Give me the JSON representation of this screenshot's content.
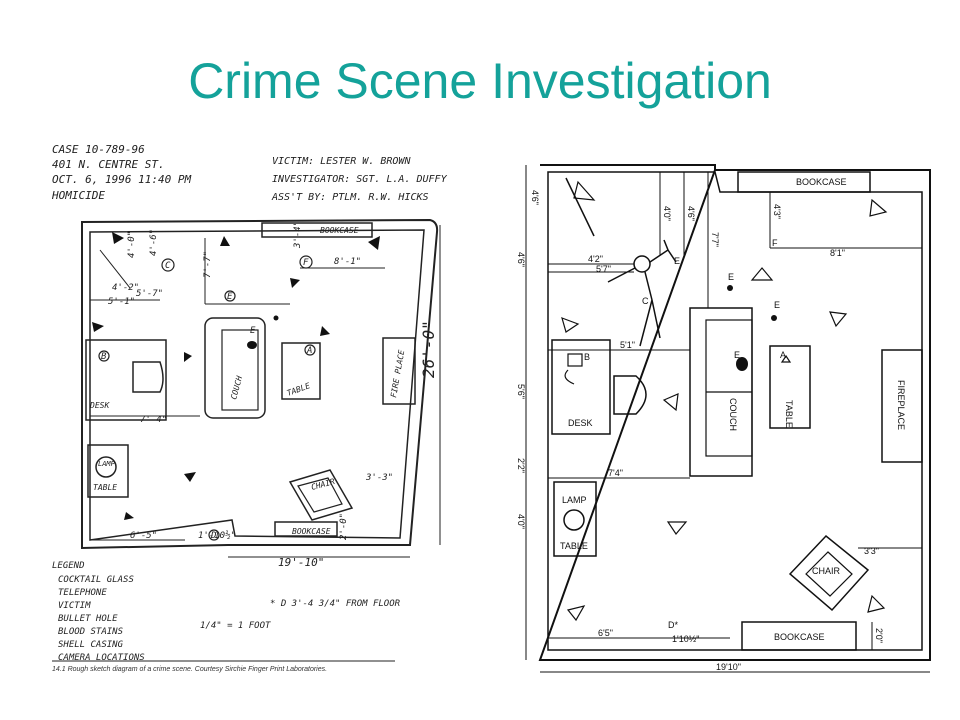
{
  "title": "Crime Scene Investigation",
  "rough_sketch": {
    "case_header": [
      "CASE 10-789-96",
      "401 N. CENTRE ST.",
      "OCT. 6, 1996  11:40 PM",
      "HOMICIDE"
    ],
    "personnel": [
      "VICTIM: LESTER W. BROWN",
      "INVESTIGATOR: SGT. L.A. DUFFY",
      "ASS'T BY: PTLM. R.W. HICKS"
    ],
    "dimension_labels": [
      "4'-2\"",
      "5'-7\"",
      "5'-1\"",
      "4'-0\"",
      "4'-6\"",
      "7'-7\"",
      "8'-1\"",
      "7'-4\"",
      "6'-5\"",
      "1'-10½\"",
      "3'-3\"",
      "2'-0\"",
      "26'-0\"",
      "19'-10\"",
      "3'-4\""
    ],
    "room_labels": [
      "BOOKCASE",
      "COUCH",
      "TABLE",
      "DESK",
      "LAMP",
      "TABLE",
      "CHAIR",
      "BOOKCASE",
      "FIRE PLACE"
    ],
    "evidence_letters": [
      "C",
      "A",
      "B",
      "E",
      "E",
      "F",
      "D"
    ],
    "legend_items": [
      "LEGEND",
      "COCKTAIL GLASS",
      "TELEPHONE",
      "VICTIM",
      "BULLET HOLE",
      "BLOOD STAINS",
      "SHELL CASING",
      "CAMERA LOCATIONS"
    ],
    "scale_note": "1/4\" = 1 FOOT",
    "d_note": "* D  3'-4 3/4\" FROM FLOOR",
    "caption": "14.1  Rough sketch diagram of a crime scene. Courtesy Sirchie Finger Print Laboratories."
  },
  "finished_diagram": {
    "room_labels": [
      "BOOKCASE",
      "COUCH",
      "TABLE",
      "DESK",
      "LAMP",
      "TABLE",
      "CHAIR",
      "BOOKCASE",
      "FIREPLACE"
    ],
    "evidence_letters": [
      "E",
      "C",
      "E",
      "E",
      "F",
      "A",
      "B",
      "D*"
    ],
    "vertical_dims": [
      "4'6\"",
      "4'6\"",
      "5'6\"",
      "2'2\"",
      "4'0\"",
      "4'0\"",
      "4'6\"",
      "7'7\"",
      "4'3\""
    ],
    "horizontal_dims": [
      "4'2\"",
      "5'7\"",
      "5'1\"",
      "8'1\"",
      "7'4\"",
      "6'5\"",
      "1'10½\"",
      "3'3\"",
      "2'0\"",
      "19'10\""
    ]
  }
}
